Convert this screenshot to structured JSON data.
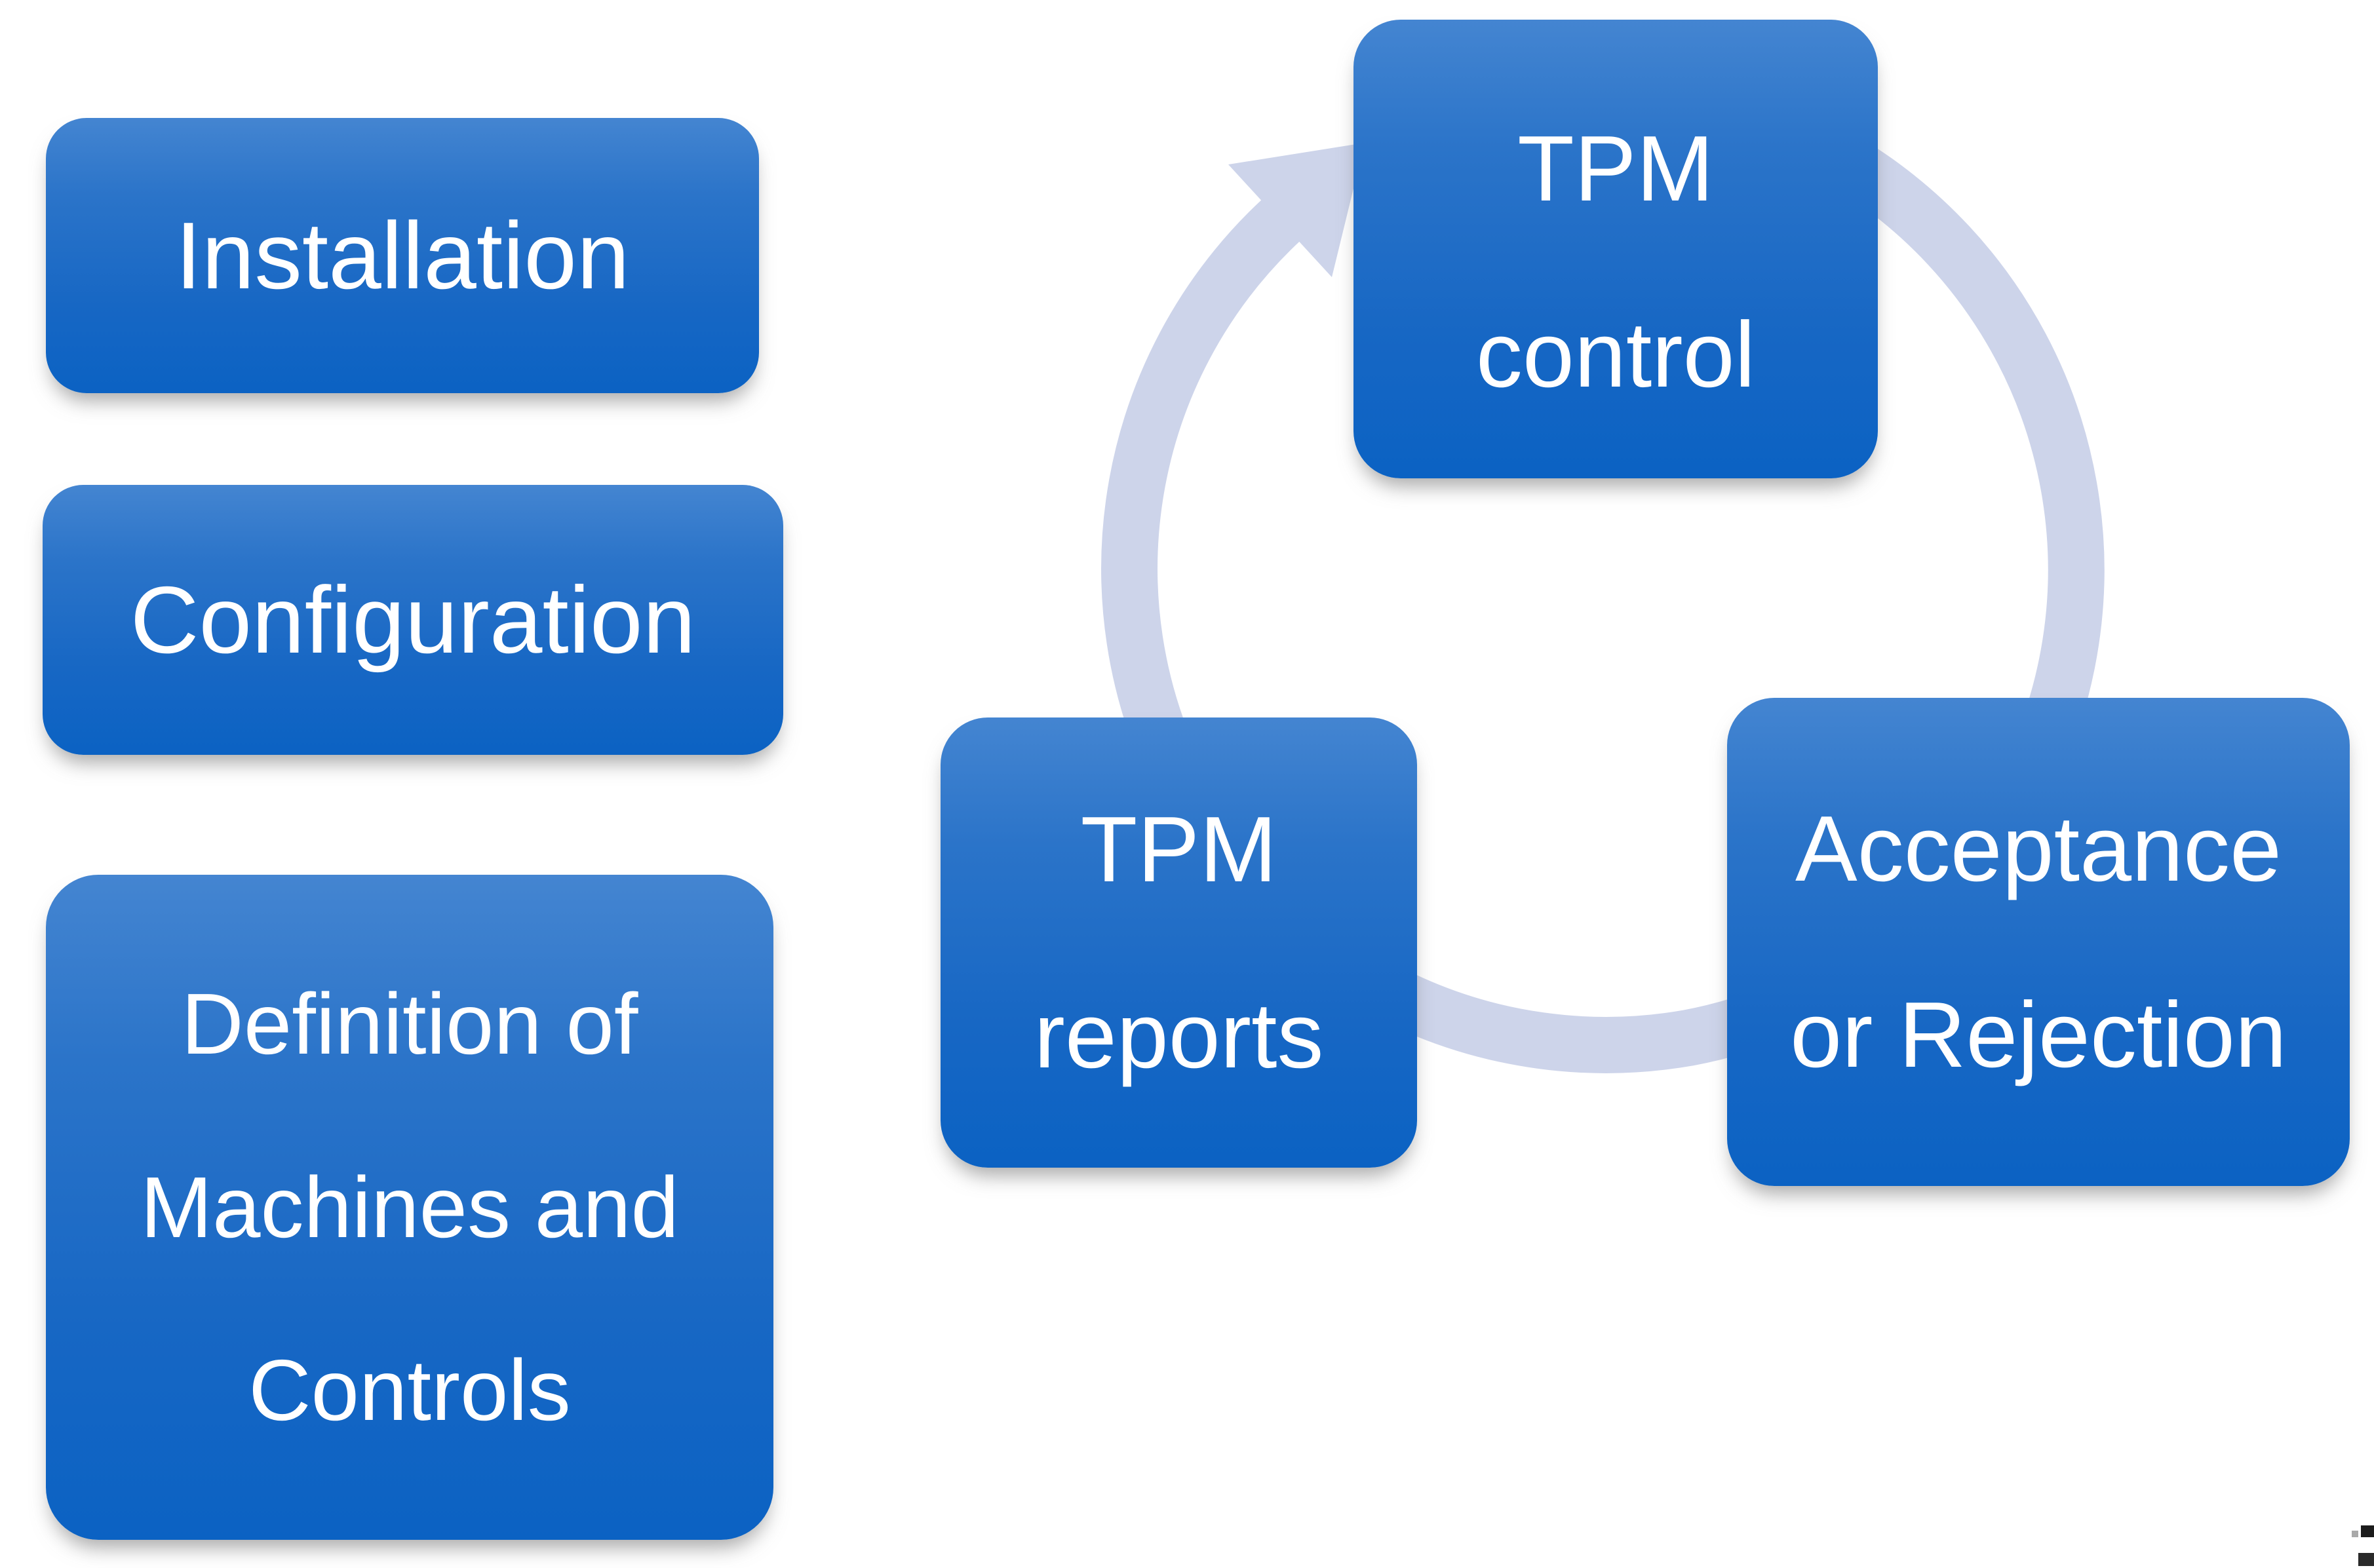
{
  "page": {
    "background": "#ffffff",
    "type": "smartart-process-and-cycle-diagram"
  },
  "palette": {
    "box_gradient_top": "#4485d1",
    "box_gradient_bottom": "#0b62c3",
    "box_text": "#ffffff",
    "ring": "#cdd4ea",
    "shadow": "rgba(100,100,100,0.55)"
  },
  "icons": {
    "cycle_arrowhead": "triangle-pointing-up-right"
  },
  "left_steps": [
    {
      "id": "installation",
      "lines": [
        "Installation"
      ]
    },
    {
      "id": "configuration",
      "lines": [
        "Configuration"
      ]
    },
    {
      "id": "definition",
      "lines": [
        "Definition of",
        "Machines and",
        "Controls"
      ]
    }
  ],
  "cycle": {
    "direction": "clockwise",
    "nodes": [
      {
        "id": "tpm-control",
        "position": "top",
        "lines": [
          "TPM",
          "control"
        ]
      },
      {
        "id": "acceptance",
        "position": "right",
        "lines": [
          "Acceptance",
          "or Rejection"
        ]
      },
      {
        "id": "tpm-reports",
        "position": "left",
        "lines": [
          "TPM",
          "reports"
        ]
      }
    ]
  },
  "edge_artifact": {
    "marks": 2,
    "description": "clipped dark glyph fragments at lower-right image edge"
  }
}
